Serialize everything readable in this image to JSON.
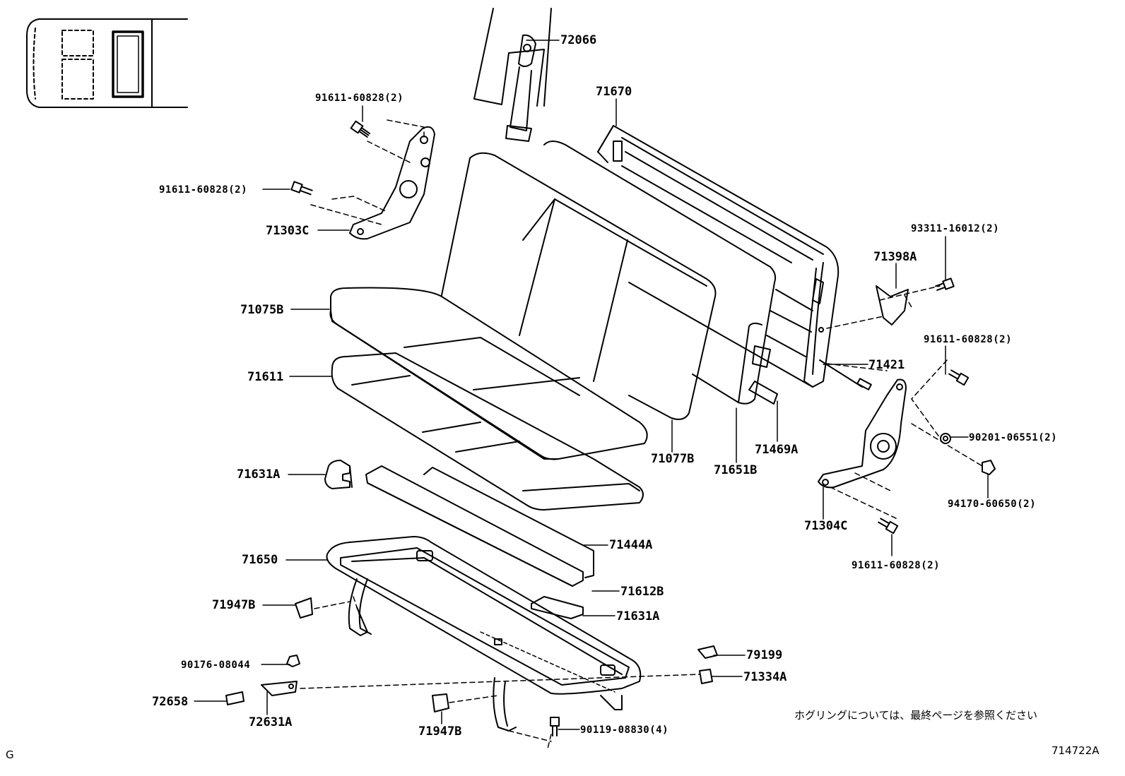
{
  "diagram": {
    "labels": {
      "p72066": "72066",
      "p71670": "71670",
      "p91611_a": "91611-60828(2)",
      "p91611_b": "91611-60828(2)",
      "p71303C": "71303C",
      "p93311": "93311-16012(2)",
      "p71398A": "71398A",
      "p71075B": "71075B",
      "p91611_c": "91611-60828(2)",
      "p71421": "71421",
      "p71611": "71611",
      "p90201": "90201-06551(2)",
      "p71077B": "71077B",
      "p71651B": "71651B",
      "p71469A": "71469A",
      "p71631A_a": "71631A",
      "p94170": "94170-60650(2)",
      "p71304C": "71304C",
      "p71444A": "71444A",
      "p71650": "71650",
      "p91611_d": "91611-60828(2)",
      "p71612B": "71612B",
      "p71947B_a": "71947B",
      "p71631A_b": "71631A",
      "p79199": "79199",
      "p90176": "90176-08044",
      "p71334A": "71334A",
      "p72658": "72658",
      "p72631A": "72631A",
      "p71947B_b": "71947B",
      "p90119": "90119-08830(4)"
    },
    "note": "ホグリングについては、最終ページを参照ください",
    "corner_left": "G",
    "corner_right": "714722A"
  }
}
